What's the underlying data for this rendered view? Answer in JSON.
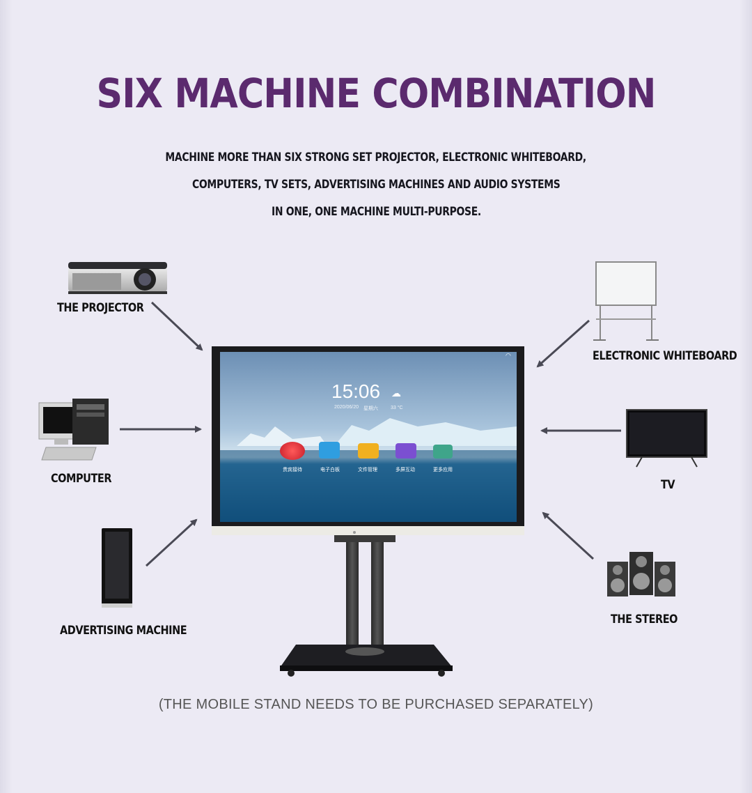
{
  "header": {
    "title": "SIX MACHINE COMBINATION",
    "subtitle_lines": [
      "MACHINE MORE THAN SIX STRONG SET PROJECTOR, ELECTRONIC WHITEBOARD,",
      "COMPUTERS, TV SETS, ADVERTISING MACHINES AND AUDIO SYSTEMS",
      "IN ONE, ONE MACHINE MULTI-PURPOSE."
    ]
  },
  "devices": {
    "projector": "THE PROJECTOR",
    "computer": "COMPUTER",
    "advertising": "ADVERTISING MACHINE",
    "whiteboard": "ELECTRONIC WHITEBOARD",
    "tv": "TV",
    "stereo": "THE STEREO"
  },
  "screen": {
    "time": "15:06",
    "date": "2020/06/20",
    "weekday": "星期六",
    "temperature": "33 °C",
    "apps": [
      "贵宾接待",
      "电子白板",
      "文件管理",
      "多屏互动",
      "更多应用"
    ]
  },
  "footer": {
    "note": "(THE MOBILE STAND NEEDS TO BE PURCHASED SEPARATELY)"
  },
  "colors": {
    "background": "#eceaf4",
    "title": "#5b2a6e",
    "text": "#16161e",
    "arrow": "#4a4a55"
  }
}
